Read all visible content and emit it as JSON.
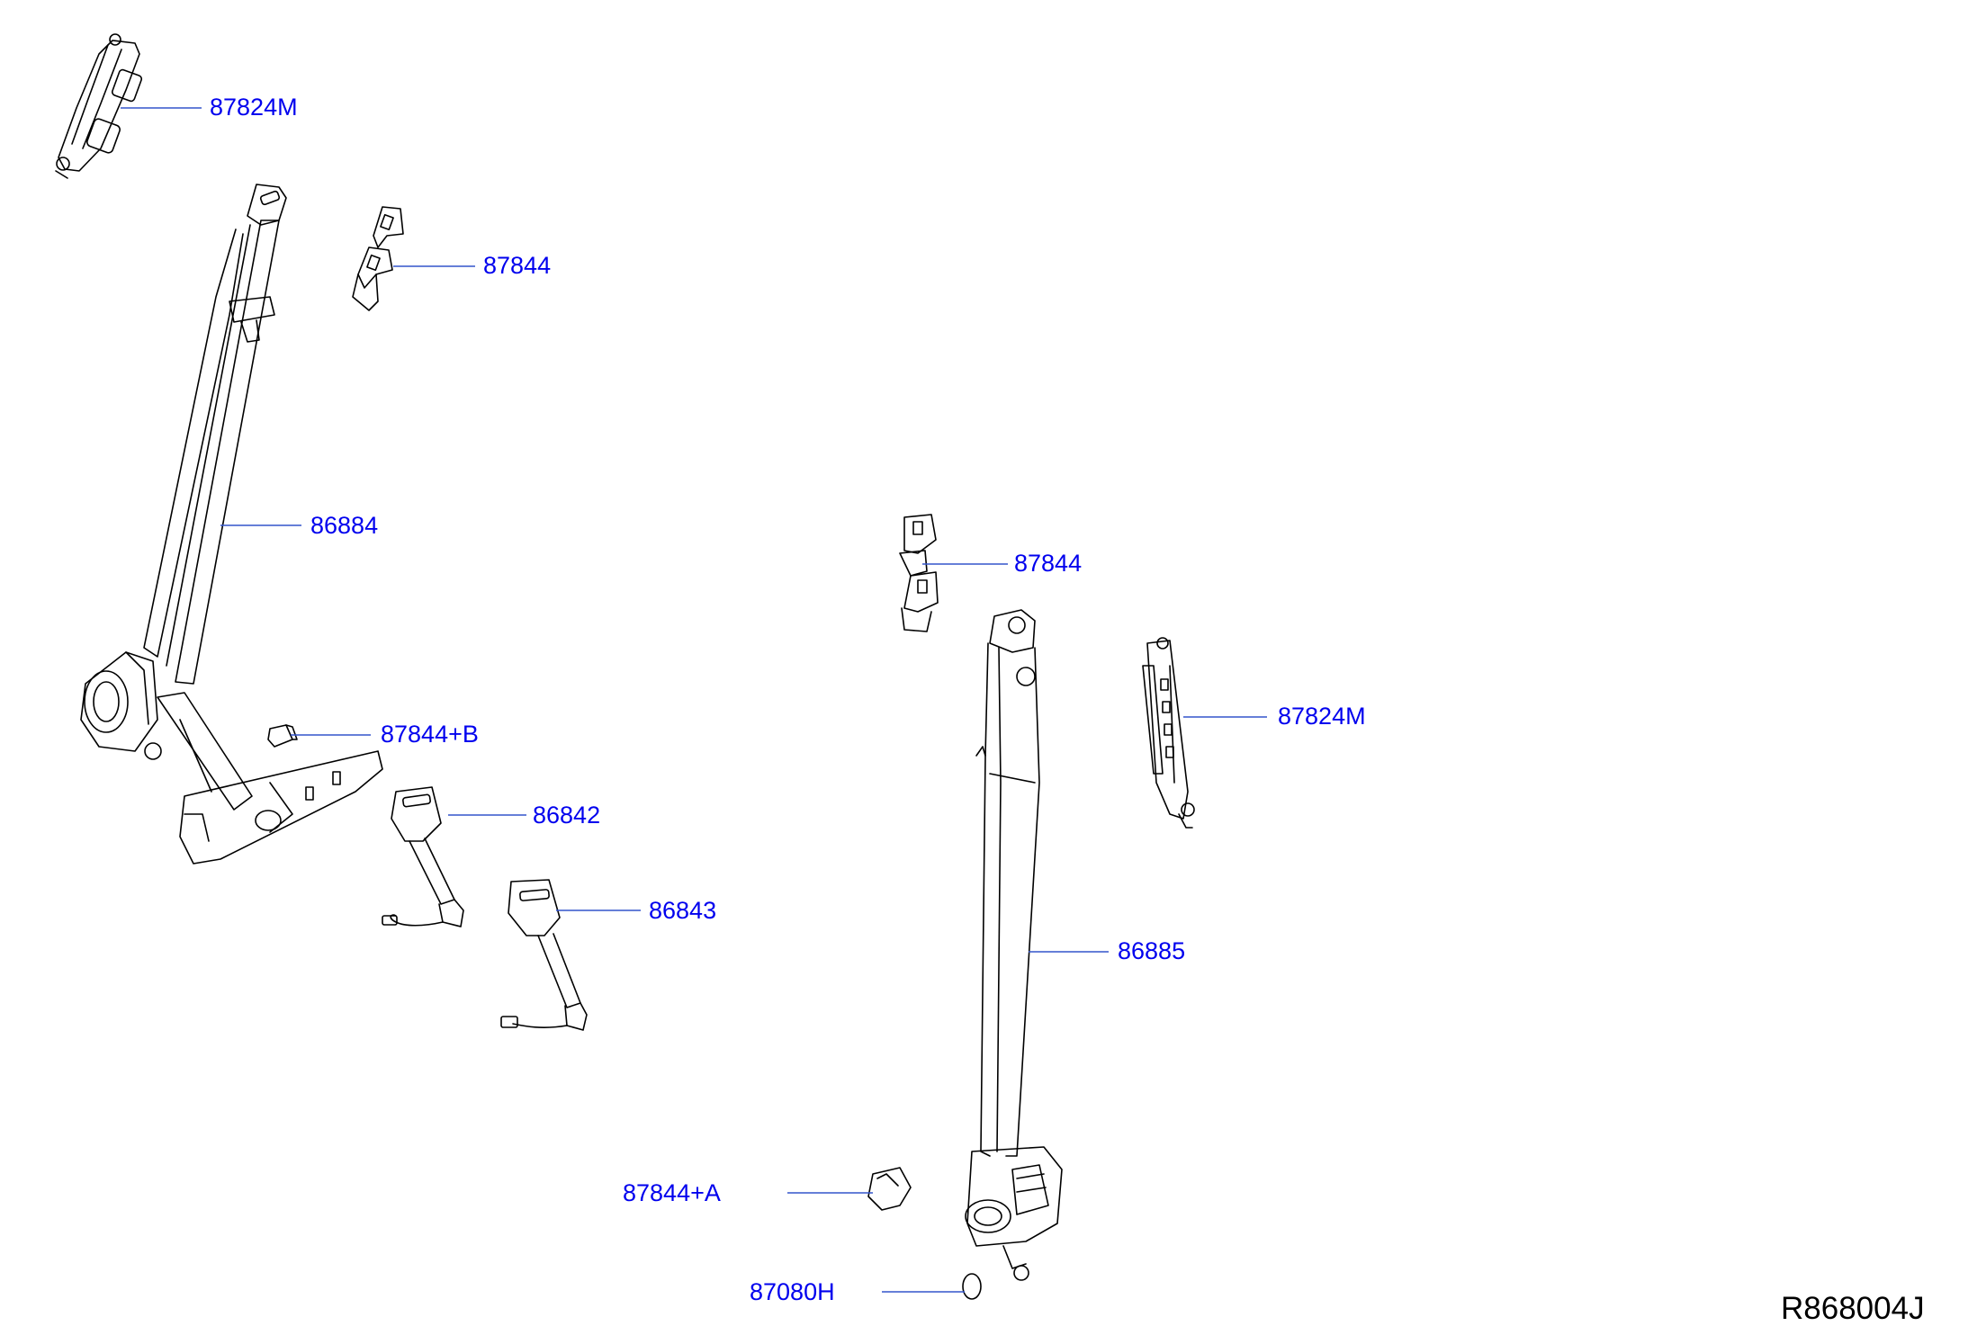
{
  "diagram": {
    "labels": [
      {
        "id": "p87824m_top",
        "text": "87824M"
      },
      {
        "id": "p87844_top",
        "text": "87844"
      },
      {
        "id": "p86884",
        "text": "86884"
      },
      {
        "id": "p87844b",
        "text": "87844+B"
      },
      {
        "id": "p86842",
        "text": "86842"
      },
      {
        "id": "p86843",
        "text": "86843"
      },
      {
        "id": "p87844_right",
        "text": "87844"
      },
      {
        "id": "p87824m_right",
        "text": "87824M"
      },
      {
        "id": "p86885",
        "text": "86885"
      },
      {
        "id": "p87844a",
        "text": "87844+A"
      },
      {
        "id": "p87080h",
        "text": "87080H"
      }
    ],
    "reference_code": "R868004J"
  },
  "colors": {
    "callout_text": "#0000ee",
    "leader_line": "#3355cc",
    "line_art": "#000000",
    "background": "#ffffff"
  }
}
